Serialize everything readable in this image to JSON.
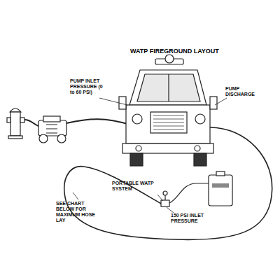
{
  "diagram": {
    "title": "WATP FIREGROUND LAYOUT",
    "labels": [
      "PUMP INLET PRESSURE (0 to 60 PSI)",
      "PUMP DISCHARGE",
      "PORTABLE WATP SYSTEM",
      "SEE CHART BELOW FOR MAXIMUM HOSE LAY",
      "150 PSI INLET PRESSURE"
    ]
  }
}
